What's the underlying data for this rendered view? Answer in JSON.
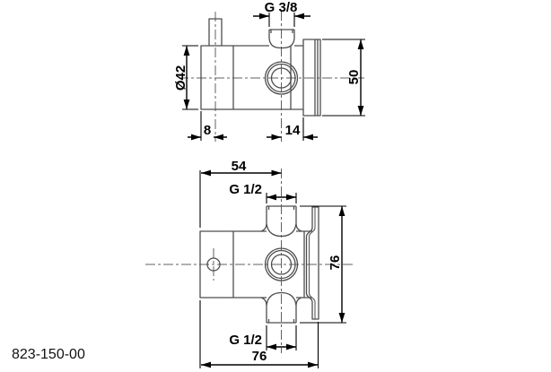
{
  "part_number": "823-150-00",
  "top_view": {
    "labels": {
      "thread_top": "G 3/8",
      "body_diameter": "Ø42",
      "flange_height": "50",
      "stem_offset": "8",
      "outlet_to_flange": "14"
    }
  },
  "bottom_view": {
    "labels": {
      "body_width": "54",
      "thread_upper": "G 1/2",
      "overall_height": "76",
      "thread_lower": "G 1/2",
      "overall_width": "76"
    }
  },
  "colors": {
    "background": "#ffffff",
    "outline": "#4d4d4d",
    "dimension": "#000000",
    "centerline": "#606060"
  }
}
